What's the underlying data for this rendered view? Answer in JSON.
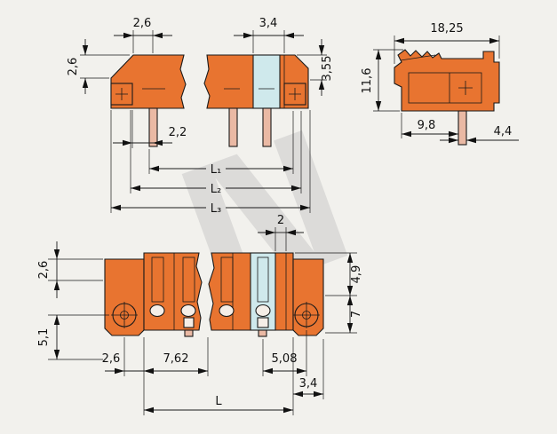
{
  "drawing": {
    "type": "technical-dimension-drawing",
    "colors": {
      "body_orange": "#e87430",
      "panel_blue": "#cfe9ec",
      "pin_copper": "#eab9a4",
      "line": "#1a1a1a",
      "watermark_grey": "#c2c2c2",
      "background": "#f2f1ed"
    },
    "side": {
      "top_width": "2,6",
      "chamfer_height": "2,6",
      "pole_width": "3,4",
      "right_height": "3,55",
      "pin_offset": "2,2",
      "l1": "L₁",
      "l2": "L₂",
      "l3": "L₃"
    },
    "profile": {
      "overall_width": "18,25",
      "overall_height": "11,6",
      "pin_position": "9,8",
      "pin_size": "4,4"
    },
    "front": {
      "wall": "2",
      "upper_height": "2,6",
      "lower_height": "5,1",
      "flange_upper": "4,9",
      "flange_mid": "7",
      "screw_offset": "2,6",
      "pitch": "7,62",
      "end_offset": "5,08",
      "flange_width": "3,4",
      "total_length": "L"
    }
  }
}
